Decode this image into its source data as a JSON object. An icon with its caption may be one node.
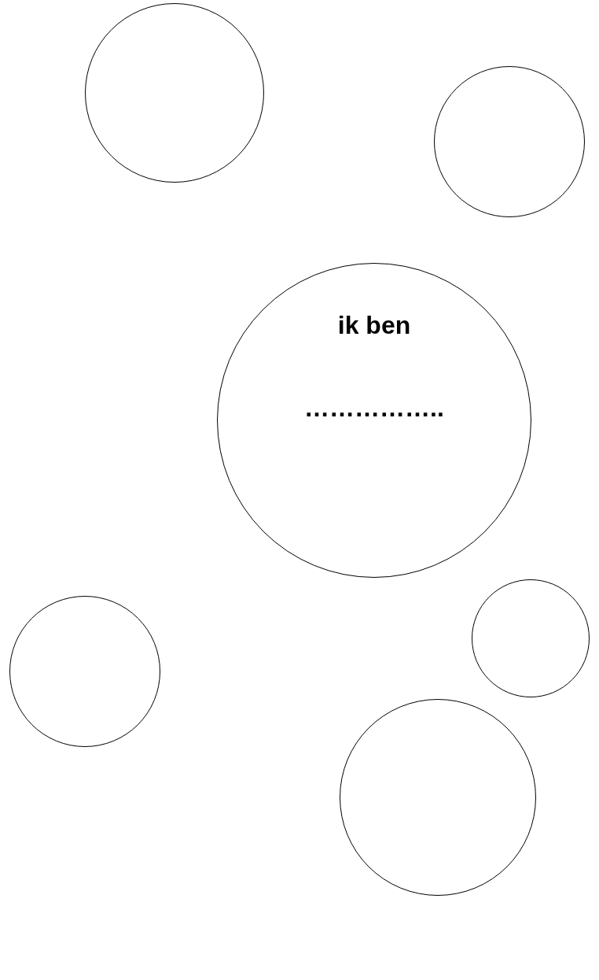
{
  "diagram": {
    "nodes": [
      {
        "text": [],
        "shape": "circle"
      },
      {
        "text": [],
        "shape": "circle"
      },
      {
        "text": [
          "ik ben",
          "…………….."
        ]
      },
      {
        "text": [],
        "shape": "circle"
      },
      {
        "text": [],
        "shape": "circle"
      },
      {
        "text": [],
        "shape": "circle"
      }
    ]
  }
}
